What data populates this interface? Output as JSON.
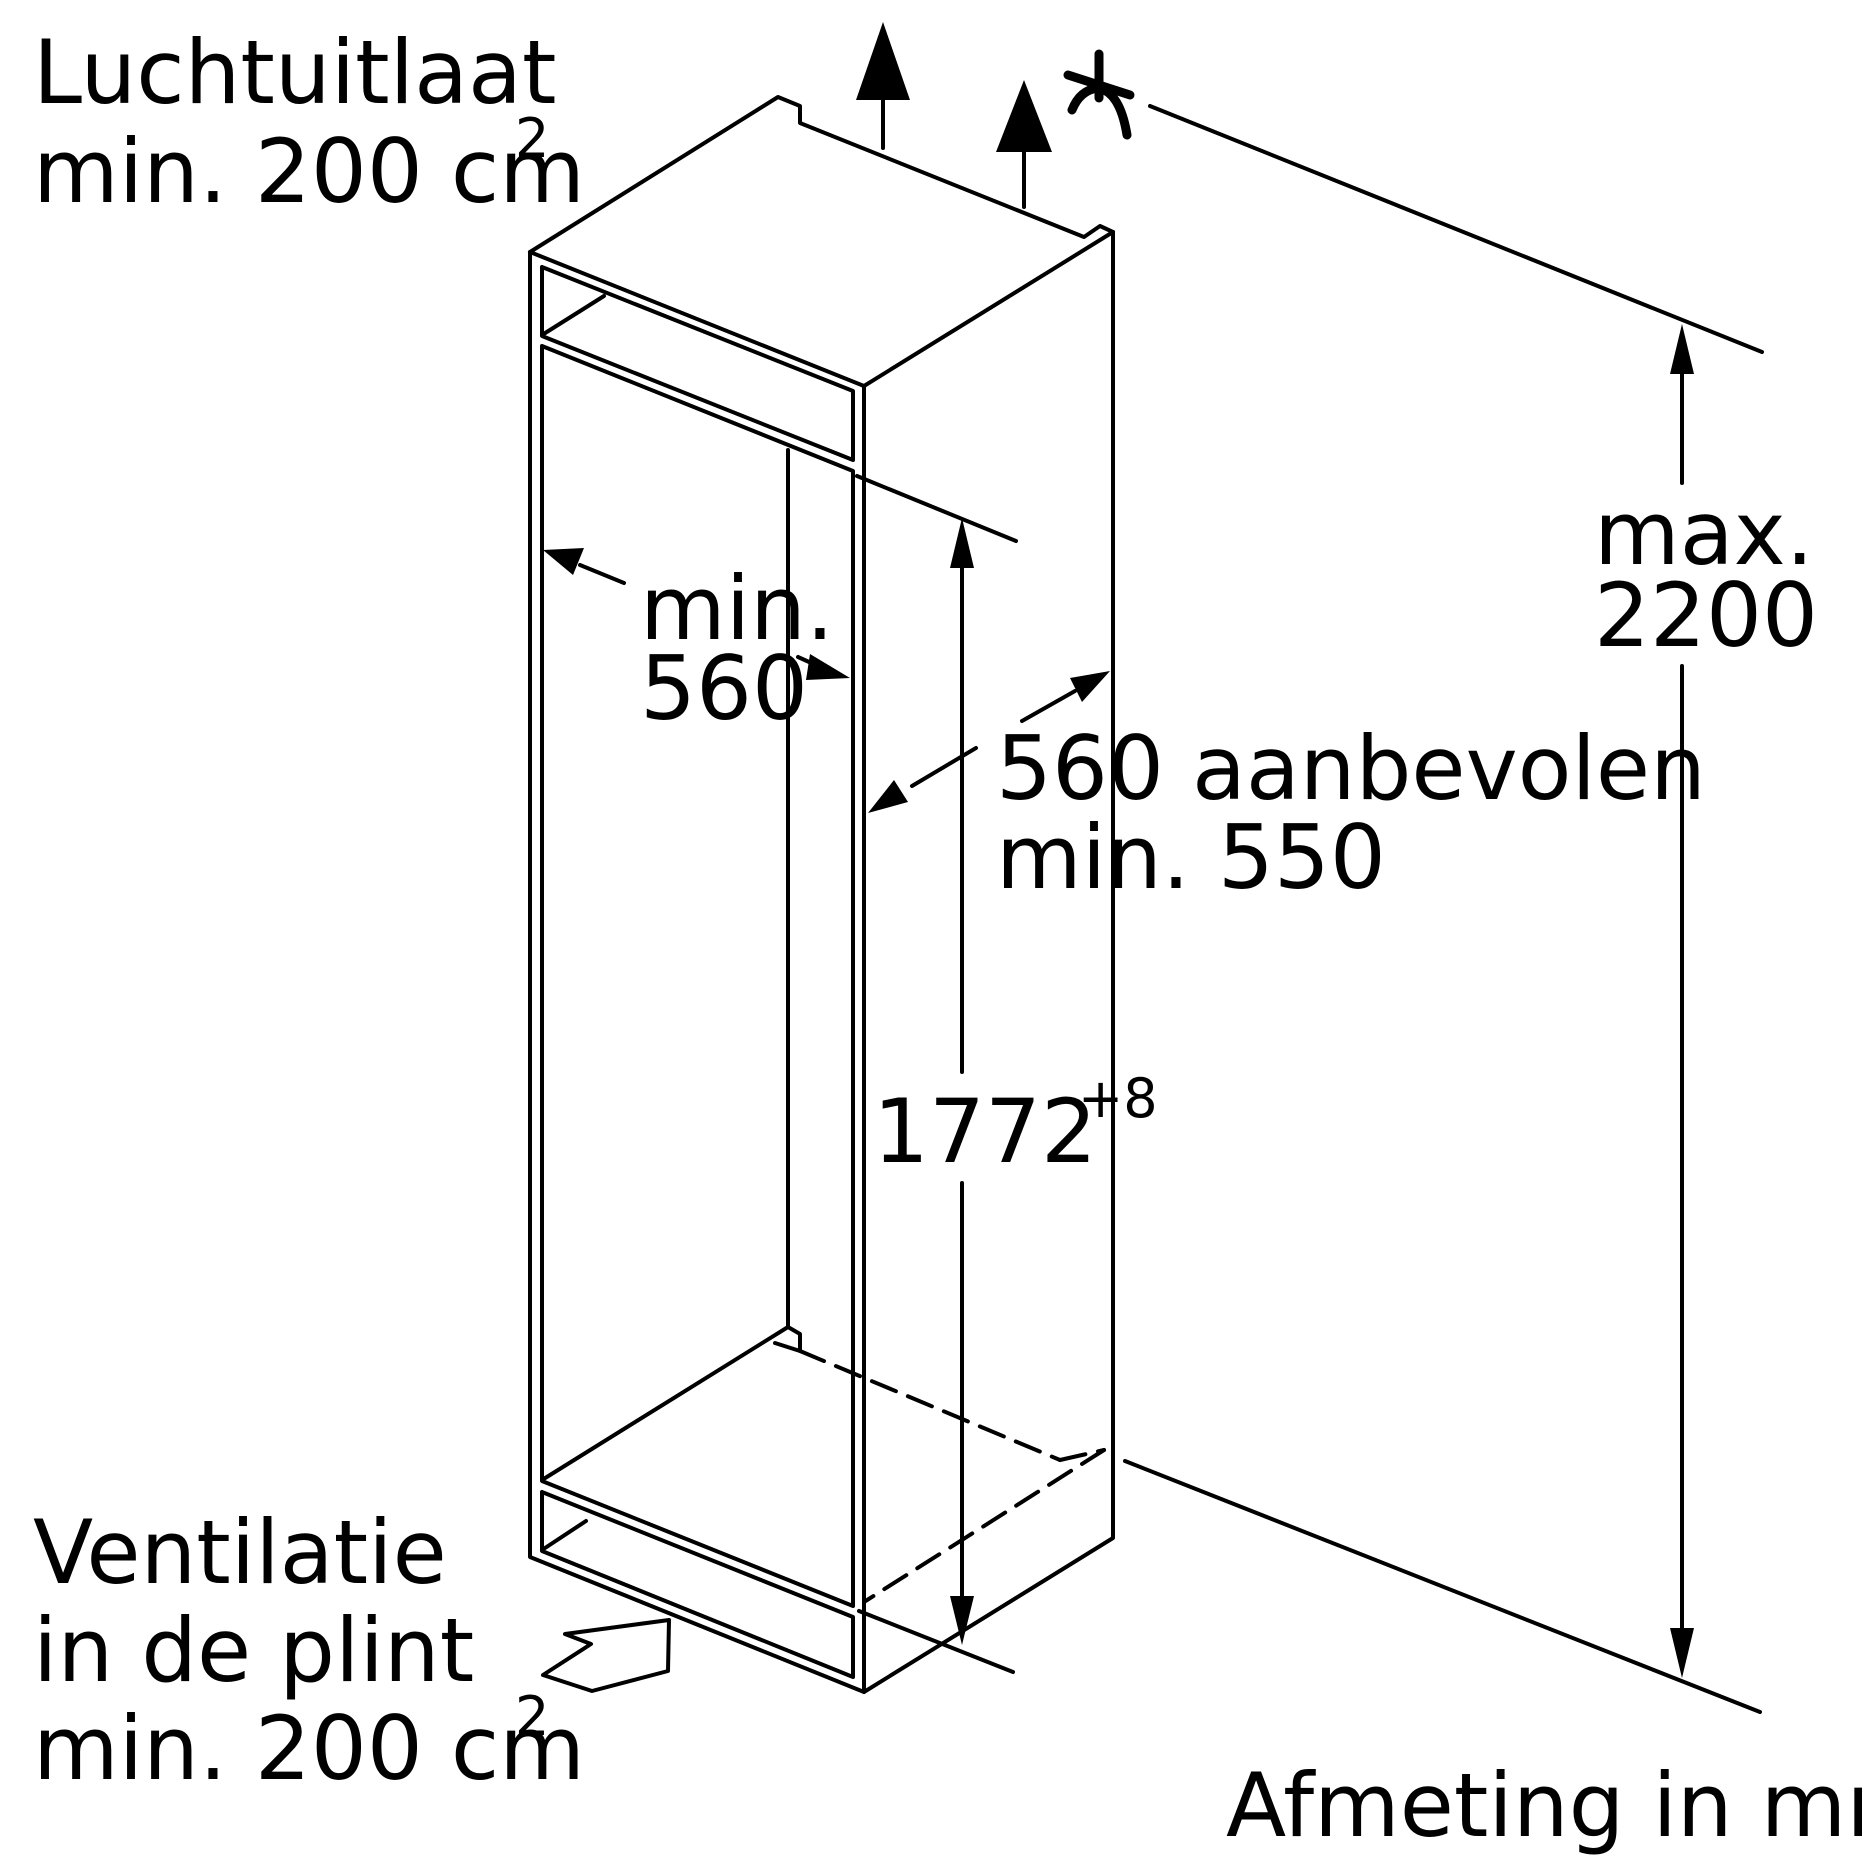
{
  "air_outlet": {
    "line1": "Luchtuitlaat",
    "line2": "min. 200 cm",
    "sup": "2"
  },
  "ventilation": {
    "line1": "Ventilatie",
    "line2": "in de plint",
    "line3": "min. 200 cm",
    "sup": "2"
  },
  "dim_inner_width": {
    "line1": "min.",
    "line2": "560"
  },
  "dim_depth": {
    "line1": "560 aanbevolen",
    "line2": "min. 550"
  },
  "dim_niche_height": {
    "value": "1772",
    "tolerance": "+8"
  },
  "dim_max_height": {
    "line1": "max.",
    "line2": "2200"
  },
  "footer": {
    "unit_note": "Afmeting in mm"
  },
  "colors": {
    "stroke": "#000000",
    "background": "#ffffff"
  }
}
